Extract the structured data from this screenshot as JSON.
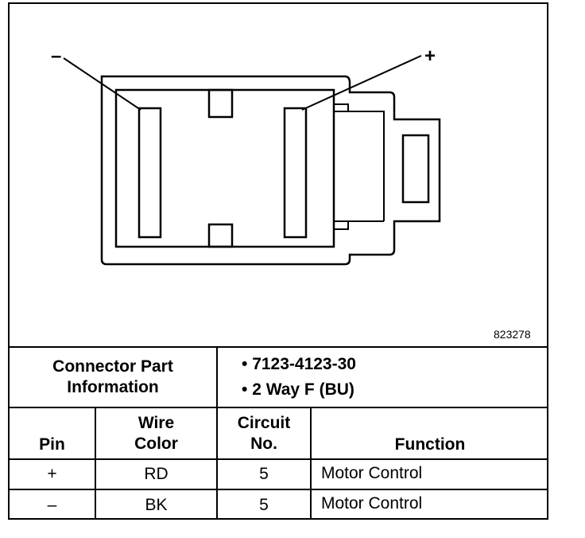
{
  "diagram": {
    "minus_label": "–",
    "plus_label": "+",
    "figure_id": "823278"
  },
  "table": {
    "connector_info_label": [
      "Connector Part",
      "Information"
    ],
    "part_info": [
      "7123-4123-30",
      "2 Way F (BU)"
    ],
    "headers": {
      "pin": "Pin",
      "wire_color": [
        "Wire",
        "Color"
      ],
      "circuit_no": [
        "Circuit",
        "No."
      ],
      "function": "Function"
    },
    "rows": [
      {
        "pin": "+",
        "wire_color": "RD",
        "circuit": "5",
        "function": "Motor Control"
      },
      {
        "pin": "–",
        "wire_color": "BK",
        "circuit": "5",
        "function": "Motor Control"
      }
    ]
  }
}
